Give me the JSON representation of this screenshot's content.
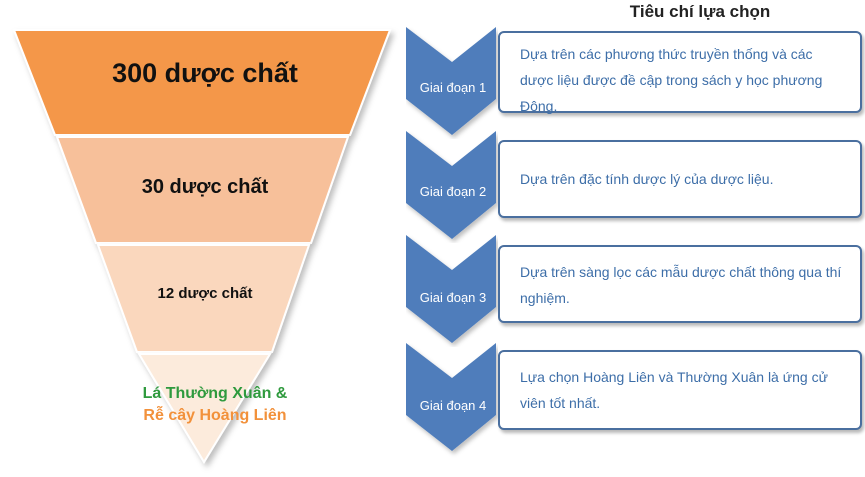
{
  "funnel": {
    "tiers": [
      {
        "label": "300 dược chất",
        "color": "#f4974a"
      },
      {
        "label": "30 dược chất",
        "color": "#f7c09a"
      },
      {
        "label": "12 dược chất",
        "color": "#fad7bd"
      },
      {
        "label_line1": "Lá Thường Xuân &",
        "label_line2": "Rễ cây Hoàng Liên",
        "color": "#fcebdc",
        "line1_color": "#2f9a3e",
        "line2_color": "#f2913b"
      }
    ]
  },
  "criteria": {
    "title": "Tiêu chí lựa chọn",
    "arrow_color": "#4f7dbb",
    "stages": [
      {
        "label": "Giai đoạn 1",
        "text": "Dựa trên các phương thức truyền thống và các dược liệu được đề cập trong sách y học phương Đông."
      },
      {
        "label": "Giai đoạn 2",
        "text": "Dựa trên đặc tính dược lý của dược liệu."
      },
      {
        "label": "Giai đoạn 3",
        "text": "Dựa trên sàng lọc các mẫu dược chất thông qua thí nghiệm."
      },
      {
        "label": "Giai đoạn 4",
        "text": "Lựa chọn Hoàng Liên và Thường Xuân là ứng cử viên tốt nhất."
      }
    ]
  }
}
